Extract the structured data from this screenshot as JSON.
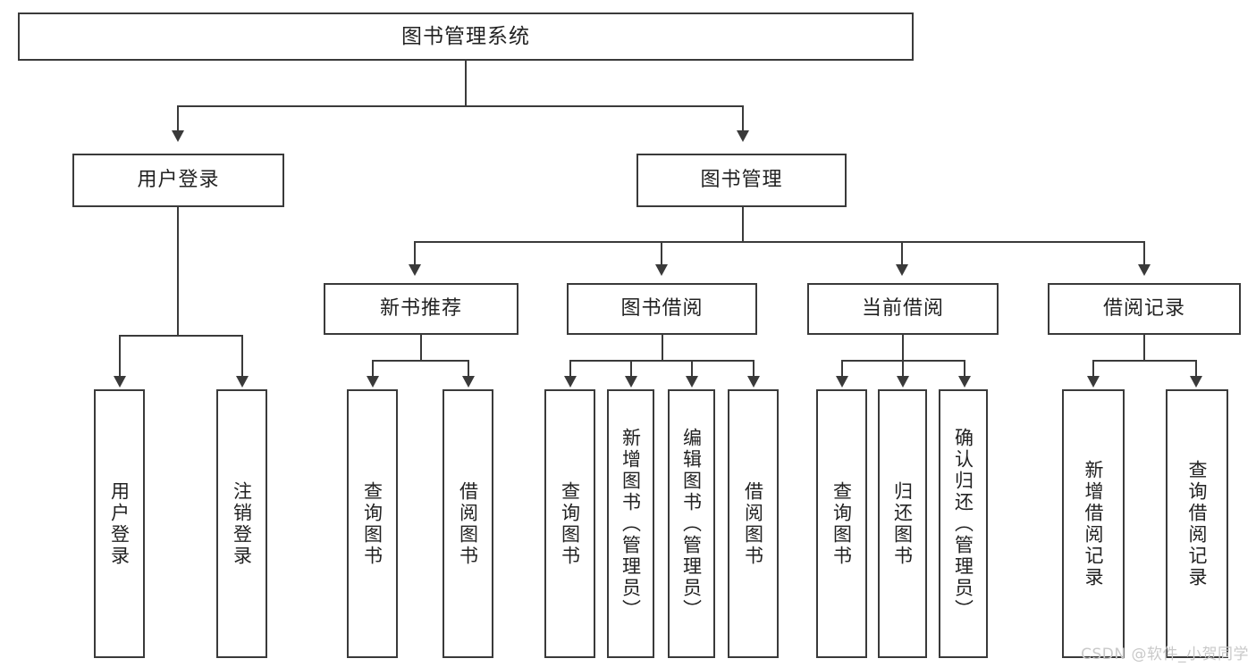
{
  "diagram": {
    "type": "tree",
    "title": "图书管理系统",
    "root": {
      "label": "图书管理系统"
    },
    "level2": [
      {
        "label": "用户登录"
      },
      {
        "label": "图书管理"
      }
    ],
    "level3": [
      {
        "label": "新书推荐"
      },
      {
        "label": "图书借阅"
      },
      {
        "label": "当前借阅"
      },
      {
        "label": "借阅记录"
      }
    ],
    "leaves": {
      "user_login": [
        {
          "label": "用户登录"
        },
        {
          "label": "注销登录"
        }
      ],
      "new_book_recommend": [
        {
          "label": "查询图书"
        },
        {
          "label": "借阅图书"
        }
      ],
      "book_borrow": [
        {
          "label": "查询图书"
        },
        {
          "label": "新增图书（管理员）"
        },
        {
          "label": "编辑图书（管理员）"
        },
        {
          "label": "借阅图书"
        }
      ],
      "current_borrow": [
        {
          "label": "查询图书"
        },
        {
          "label": "归还图书"
        },
        {
          "label": "确认归还（管理员）"
        }
      ],
      "borrow_record": [
        {
          "label": "新增借阅记录"
        },
        {
          "label": "查询借阅记录"
        }
      ]
    },
    "colors": {
      "stroke": "#3a3a3a",
      "fill": "#ffffff",
      "text": "#222222",
      "watermark": "#c9c9c9"
    }
  },
  "watermark": {
    "text": "CSDN @软件_小贺同学"
  }
}
